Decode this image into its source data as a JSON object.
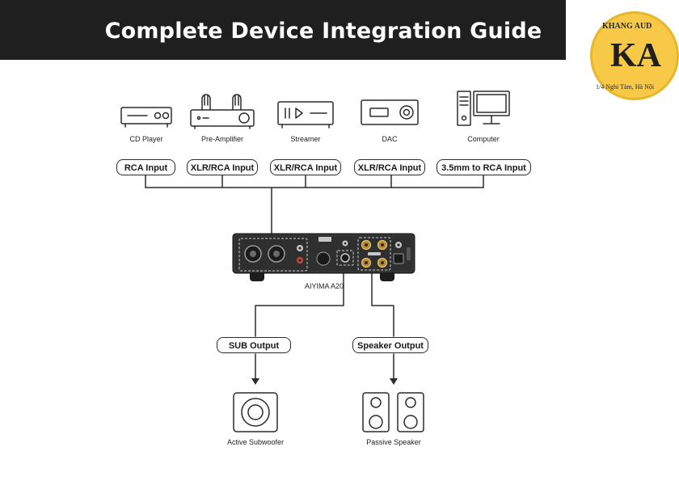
{
  "title": "Complete Device Integration Guide",
  "logo": {
    "brand": "KHANG AUD",
    "mark": "KA",
    "address": "1/4 Nghi Tàm, Hà Nội"
  },
  "sources": [
    {
      "label": "CD Player",
      "input": "RCA Input",
      "icon": "cd-player-icon"
    },
    {
      "label": "Pre-Amplifier",
      "input": "XLR/RCA Input",
      "icon": "tube-preamplifier-icon"
    },
    {
      "label": "Streamer",
      "input": "XLR/RCA Input",
      "icon": "streamer-icon"
    },
    {
      "label": "DAC",
      "input": "XLR/RCA Input",
      "icon": "dac-icon"
    },
    {
      "label": "Computer",
      "input": "3.5mm to RCA Input",
      "icon": "computer-icon"
    }
  ],
  "device": {
    "name": "AIYIMA A20"
  },
  "outputs": [
    {
      "label": "SUB Output",
      "device": "Active Subwoofer",
      "icon": "subwoofer-icon"
    },
    {
      "label": "Speaker Output",
      "device": "Passive Speaker",
      "icon": "passive-speaker-icon"
    }
  ]
}
